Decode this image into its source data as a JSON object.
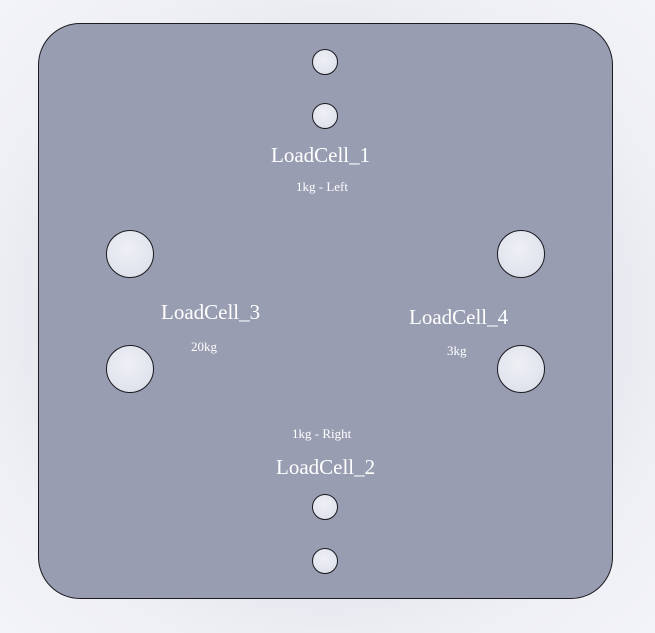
{
  "plate": {
    "color": "#989db1",
    "outline_color": "#1a1a1f",
    "hole_color": "#e2e5ee"
  },
  "load_cells": [
    {
      "name": "LoadCell_1",
      "capacity": "1kg - Left"
    },
    {
      "name": "LoadCell_2",
      "capacity": "1kg - Right"
    },
    {
      "name": "LoadCell_3",
      "capacity": "20kg"
    },
    {
      "name": "LoadCell_4",
      "capacity": "3kg"
    }
  ],
  "icons": {
    "small_hole": "circle-hole-icon",
    "large_hole": "circle-hole-icon"
  }
}
